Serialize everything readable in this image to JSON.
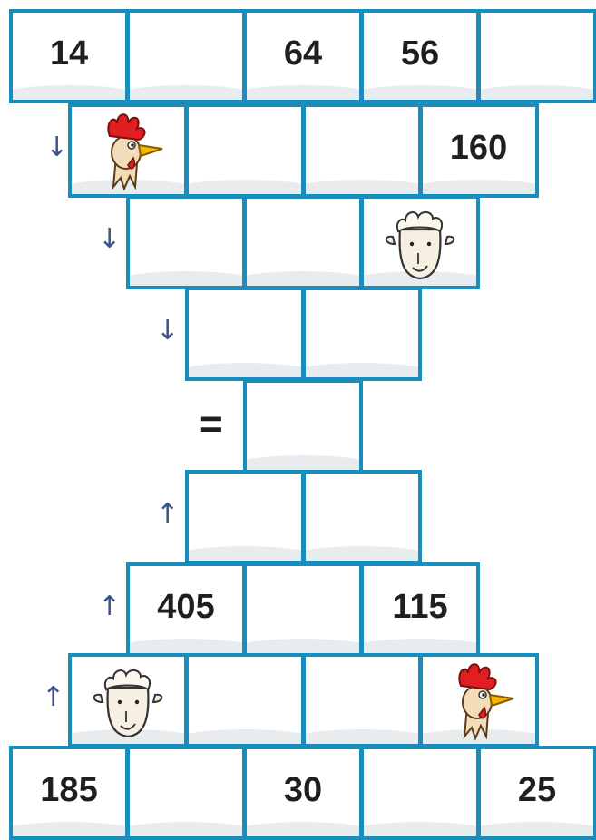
{
  "rows": [
    {
      "cells": [
        "14",
        "",
        "64",
        "56",
        ""
      ]
    },
    {
      "arrow": "↓",
      "cells": [
        "rooster",
        "",
        "",
        "160"
      ]
    },
    {
      "arrow": "↓",
      "cells": [
        "",
        "",
        "sheep"
      ]
    },
    {
      "arrow": "↓",
      "cells": [
        "",
        ""
      ]
    },
    {
      "arrow": "=",
      "cells": [
        ""
      ]
    },
    {
      "arrow": "↑",
      "cells": [
        "",
        ""
      ]
    },
    {
      "arrow": "↑",
      "cells": [
        "405",
        "",
        "115"
      ]
    },
    {
      "arrow": "↑",
      "cells": [
        "sheep",
        "",
        "",
        "rooster"
      ]
    },
    {
      "cells": [
        "185",
        "",
        "30",
        "",
        "25"
      ]
    }
  ],
  "icons": {
    "rooster": "rooster-head-icon",
    "sheep": "sheep-head-icon"
  },
  "colors": {
    "border": "#1a8dbf",
    "arrow": "#3b5189",
    "text": "#1f1f1f",
    "rooster_comb": "#e02020",
    "beak": "#f5b800"
  }
}
